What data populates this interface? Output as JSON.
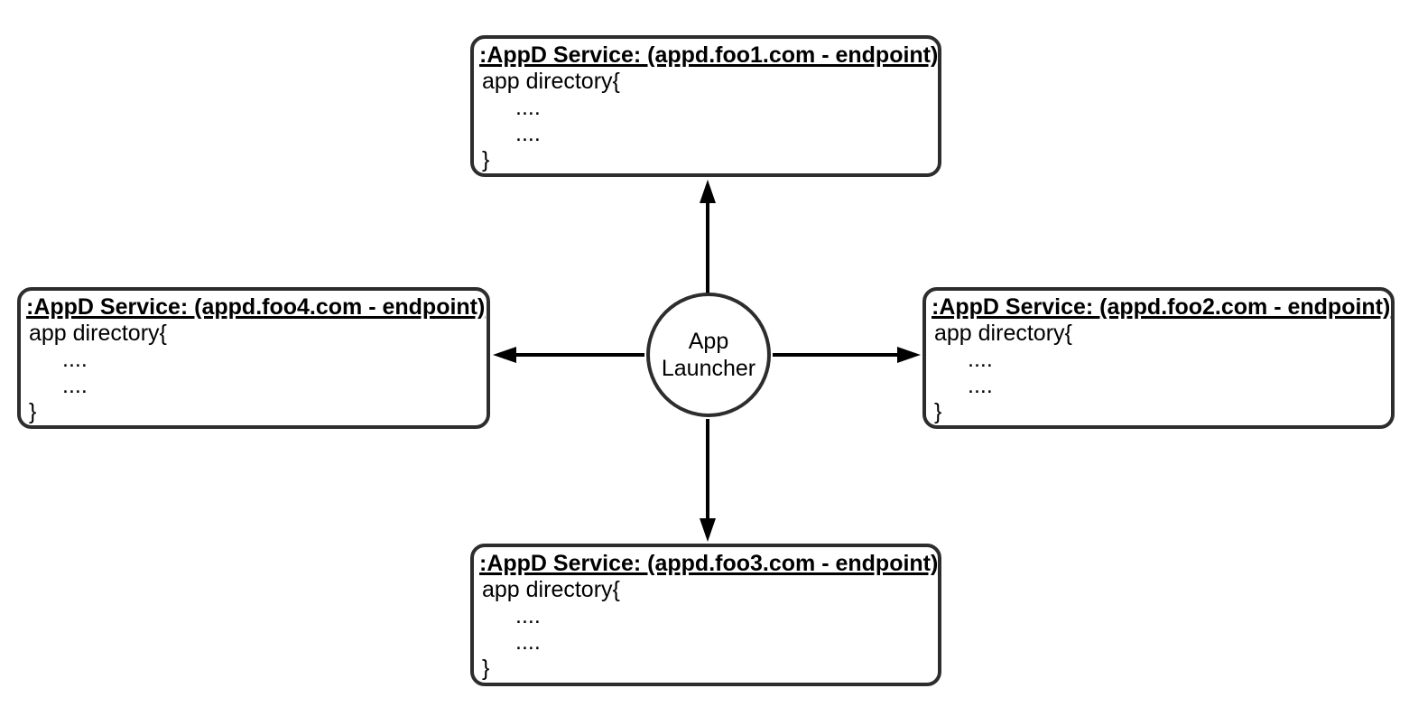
{
  "diagram": {
    "type": "hub-and-spoke",
    "colors": {
      "background": "#ffffff",
      "box_border": "#2d2d2d",
      "arrow": "#000000",
      "text": "#000000"
    },
    "center_node": {
      "line1": "App",
      "line2": "Launcher"
    },
    "nodes": [
      {
        "id": "appd-service-foo1",
        "position": "top",
        "title": ":AppD Service: (appd.foo1.com - endpoint)",
        "body": [
          "app directory{",
          "....",
          "....",
          "}"
        ]
      },
      {
        "id": "appd-service-foo2",
        "position": "right",
        "title": ":AppD Service: (appd.foo2.com - endpoint)",
        "body": [
          "app directory{",
          "....",
          "....",
          "}"
        ]
      },
      {
        "id": "appd-service-foo3",
        "position": "bottom",
        "title": ":AppD Service: (appd.foo3.com - endpoint)",
        "body": [
          "app directory{",
          "....",
          "....",
          "}"
        ]
      },
      {
        "id": "appd-service-foo4",
        "position": "left",
        "title": ":AppD Service: (appd.foo4.com - endpoint)",
        "body": [
          "app directory{",
          "....",
          "....",
          "}"
        ]
      }
    ],
    "edges": [
      {
        "from": "app-launcher",
        "to": "appd-service-foo1",
        "direction": "up"
      },
      {
        "from": "app-launcher",
        "to": "appd-service-foo2",
        "direction": "right"
      },
      {
        "from": "app-launcher",
        "to": "appd-service-foo3",
        "direction": "down"
      },
      {
        "from": "app-launcher",
        "to": "appd-service-foo4",
        "direction": "left"
      }
    ]
  }
}
